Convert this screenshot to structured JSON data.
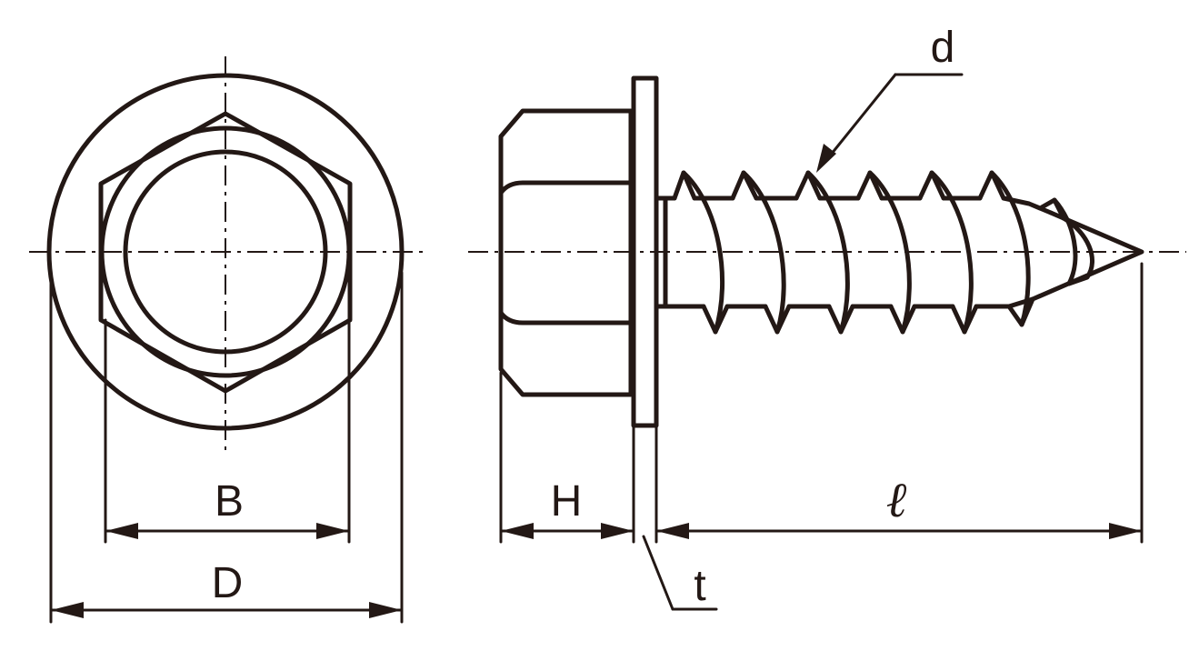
{
  "labels": {
    "B": "B",
    "D": "D",
    "H": "H",
    "t": "t",
    "l": "ℓ",
    "d": "d"
  },
  "colors": {
    "line": "#231815",
    "background": "#ffffff"
  }
}
